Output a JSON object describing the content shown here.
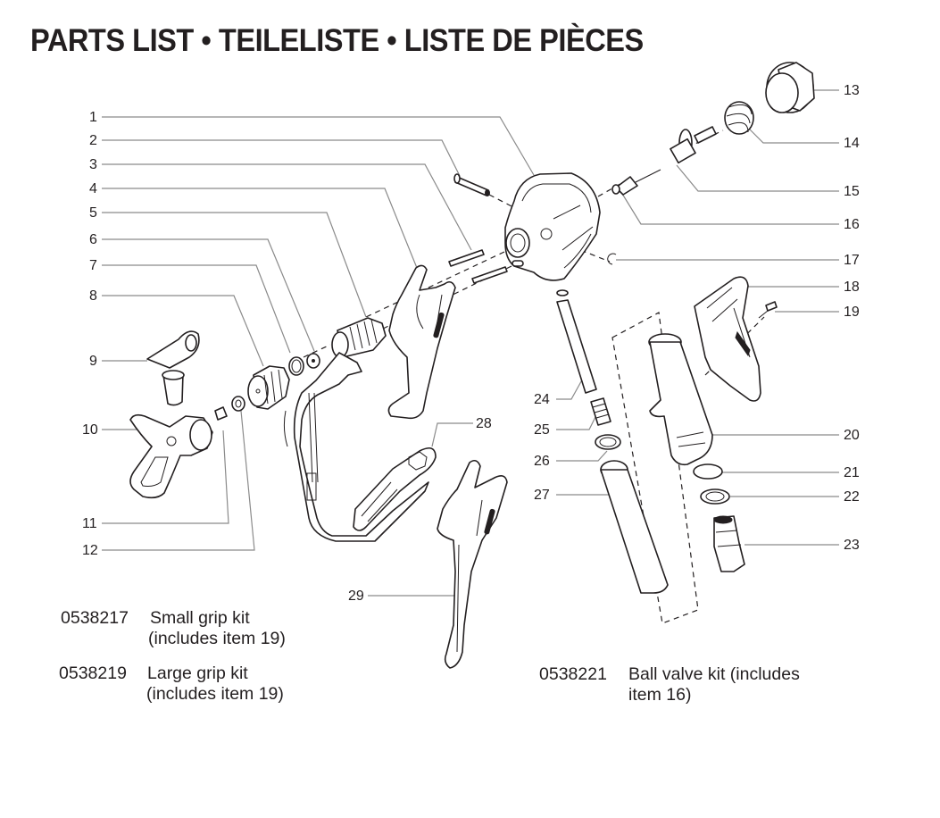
{
  "page": {
    "title": "PARTS LIST • TEILELISTE • LISTE DE PIÈCES"
  },
  "callouts": [
    {
      "n": "1"
    },
    {
      "n": "2"
    },
    {
      "n": "3"
    },
    {
      "n": "4"
    },
    {
      "n": "5"
    },
    {
      "n": "6"
    },
    {
      "n": "7"
    },
    {
      "n": "8"
    },
    {
      "n": "9"
    },
    {
      "n": "10"
    },
    {
      "n": "11"
    },
    {
      "n": "12"
    },
    {
      "n": "13"
    },
    {
      "n": "14"
    },
    {
      "n": "15"
    },
    {
      "n": "16"
    },
    {
      "n": "17"
    },
    {
      "n": "18"
    },
    {
      "n": "19"
    },
    {
      "n": "20"
    },
    {
      "n": "21"
    },
    {
      "n": "22"
    },
    {
      "n": "23"
    },
    {
      "n": "24"
    },
    {
      "n": "25"
    },
    {
      "n": "26"
    },
    {
      "n": "27"
    },
    {
      "n": "28"
    },
    {
      "n": "29"
    }
  ],
  "kits": [
    {
      "part_number": "0538217",
      "line1": "Small grip kit",
      "line2": "(includes item 19)"
    },
    {
      "part_number": "0538219",
      "line1": "Large grip kit",
      "line2": "(includes item 19)"
    },
    {
      "part_number": "0538221",
      "line1": "Ball valve kit (includes",
      "line2": "item 16)"
    }
  ]
}
